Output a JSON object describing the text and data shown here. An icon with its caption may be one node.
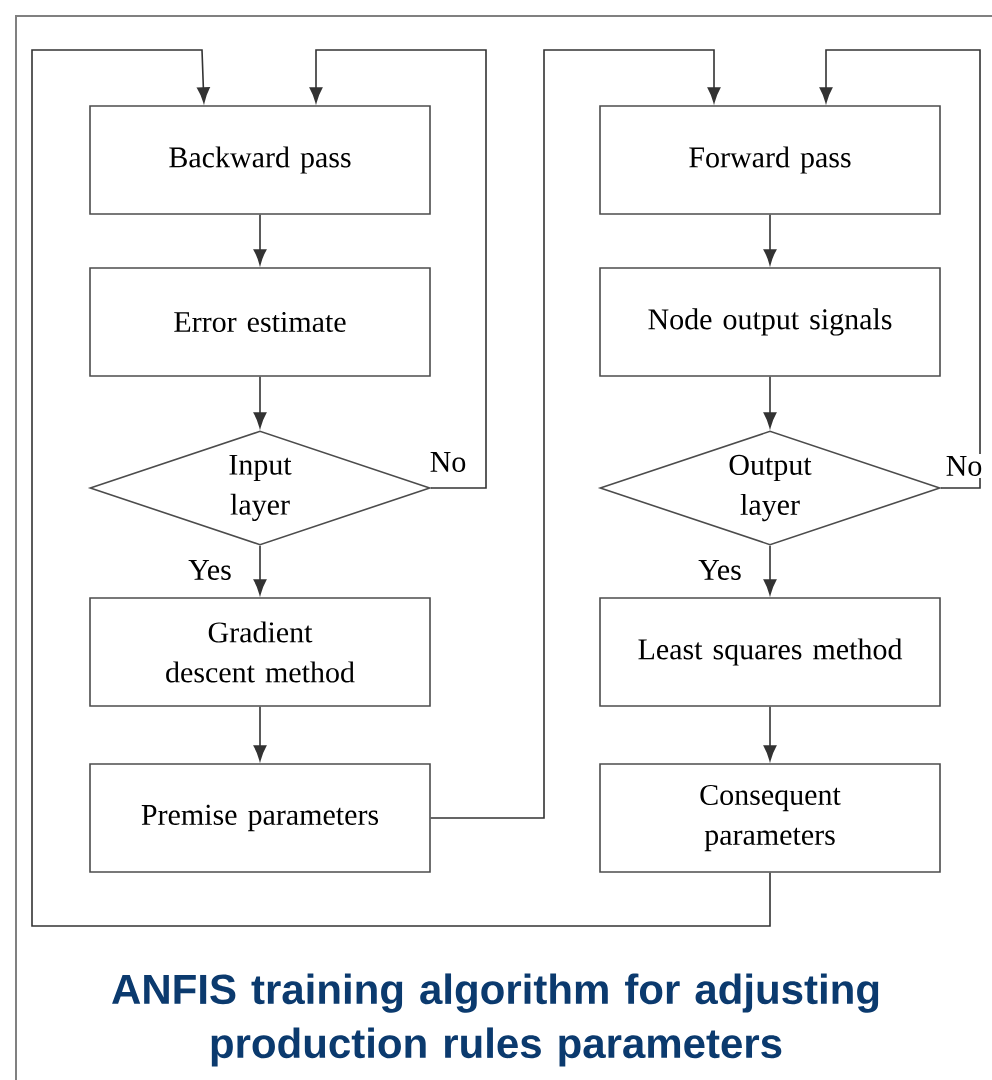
{
  "diagram": {
    "caption": "ANFIS training algorithm for adjusting production rules parameters",
    "nodes": [
      {
        "text": [
          "Backward pass"
        ]
      },
      {
        "text": [
          "Error estimate"
        ]
      },
      {
        "text": [
          "Input layer"
        ]
      },
      {
        "text": [
          "Gradient descent method"
        ]
      },
      {
        "text": [
          "Premise parameters"
        ]
      },
      {
        "text": [
          "Forward pass"
        ]
      },
      {
        "text": [
          "Node output signals"
        ]
      },
      {
        "text": [
          "Output layer"
        ]
      },
      {
        "text": [
          "Least squares method"
        ]
      },
      {
        "text": [
          "Consequent parameters"
        ]
      }
    ],
    "edges": [
      {
        "from": 0,
        "to": 1,
        "arrow": "to"
      },
      {
        "from": 1,
        "to": 2,
        "arrow": "to"
      },
      {
        "from": 2,
        "to": 3,
        "arrow": "to",
        "label": "Yes"
      },
      {
        "from": 3,
        "to": 4,
        "arrow": "to"
      },
      {
        "from": 2,
        "to": 0,
        "arrow": "to",
        "label": "No"
      },
      {
        "from": 4,
        "to": 5,
        "arrow": "to"
      },
      {
        "from": 5,
        "to": 6,
        "arrow": "to"
      },
      {
        "from": 6,
        "to": 7,
        "arrow": "to"
      },
      {
        "from": 7,
        "to": 8,
        "arrow": "to",
        "label": "Yes"
      },
      {
        "from": 8,
        "to": 9,
        "arrow": "to"
      },
      {
        "from": 7,
        "to": 5,
        "arrow": "to",
        "label": "No"
      },
      {
        "from": 9,
        "to": 0,
        "arrow": "to"
      }
    ]
  }
}
